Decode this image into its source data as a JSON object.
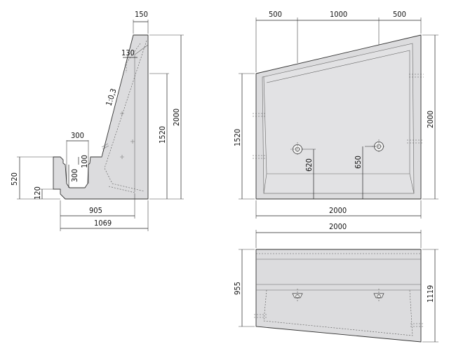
{
  "side_view": {
    "dims": {
      "top_width": "150",
      "step": "130",
      "slope": "1:0,3",
      "height_total": "2000",
      "height_mid": "1520",
      "channel_width": "300",
      "channel_depth_top": "100",
      "channel_depth": "300",
      "lip_height": "520",
      "base_height": "120",
      "base_length": "905",
      "total_length": "1069"
    }
  },
  "front_view": {
    "dims": {
      "left_top": "500",
      "mid_top": "1000",
      "right_top": "500",
      "height_left": "1520",
      "height_right": "2000",
      "outlet1_height": "620",
      "outlet2_height": "650",
      "width": "2000"
    }
  },
  "plan_view": {
    "dims": {
      "width": "2000",
      "depth_left": "955",
      "depth_right": "1119"
    }
  }
}
